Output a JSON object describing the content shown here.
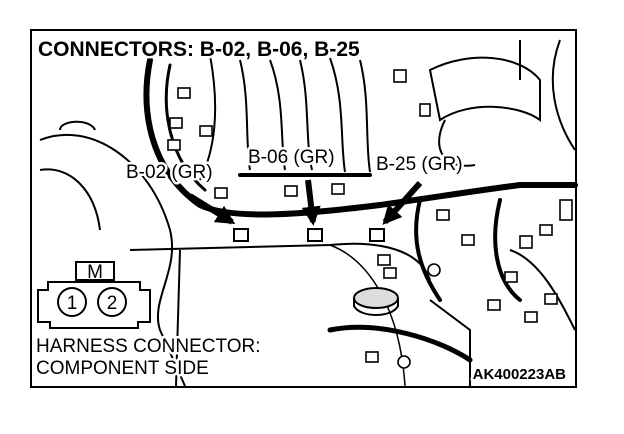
{
  "title": "CONNECTORS: B-02, B-06, B-25",
  "connector_labels": [
    "B-02 (GR)",
    "B-06 (GR)",
    "B-25 (GR)"
  ],
  "harness_connector": {
    "line1": "HARNESS CONNECTOR:",
    "line2": "COMPONENT SIDE",
    "marker": "M",
    "pins": [
      "1",
      "2"
    ]
  },
  "figure_code": "AK400223AB"
}
